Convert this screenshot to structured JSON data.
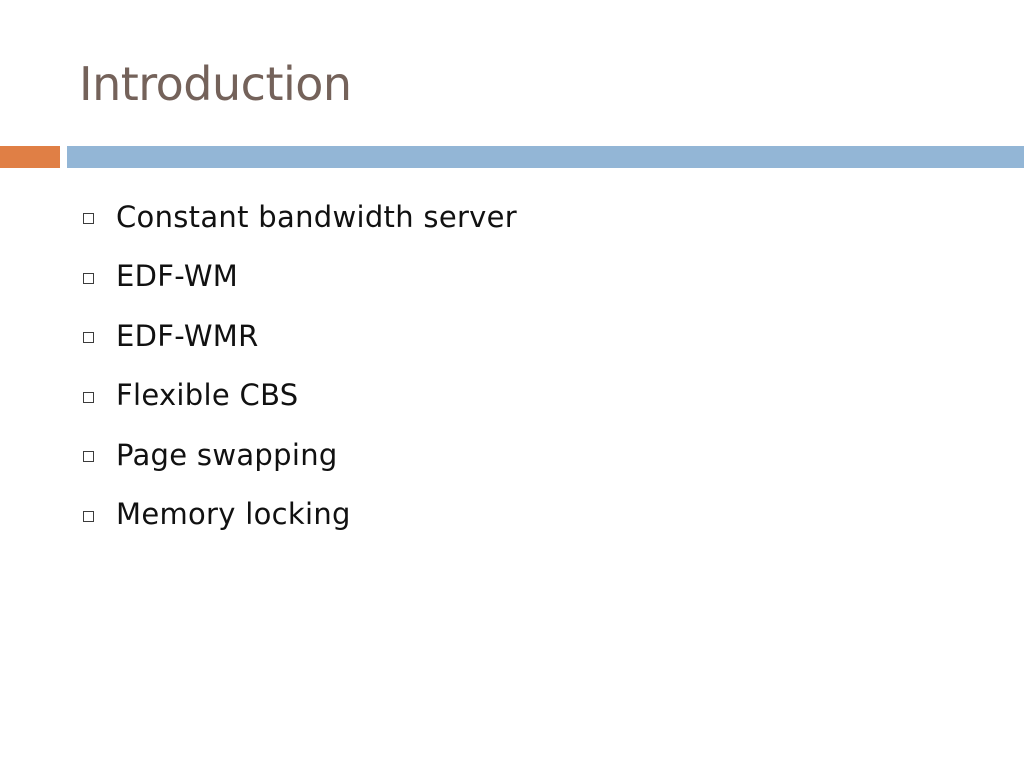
{
  "slide": {
    "title": "Introduction",
    "bullets": [
      "Constant bandwidth server",
      "EDF-WM",
      "EDF-WMR",
      "Flexible CBS",
      "Page swapping",
      "Memory locking"
    ]
  },
  "colors": {
    "title": "#74625a",
    "accent_bar": "#e07f45",
    "main_bar": "#93b6d6",
    "text": "#111111"
  }
}
